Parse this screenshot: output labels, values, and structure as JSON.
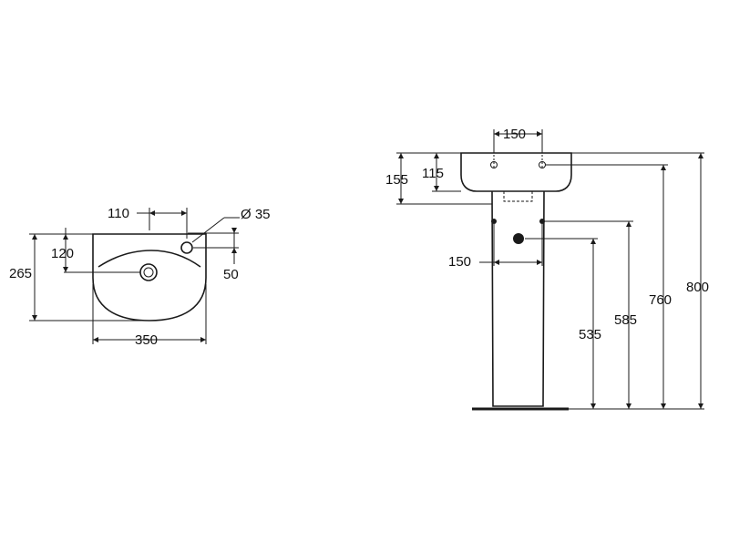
{
  "top_view": {
    "dim_tap_offset": "110",
    "dim_tap_hole": "Ø 35",
    "dim_depth_to_waste": "120",
    "dim_depth_total": "265",
    "dim_tap_to_edge": "50",
    "dim_width": "350"
  },
  "side_view": {
    "dim_tap_spacing": "150",
    "dim_rim_height": "155",
    "dim_tap_height": "115",
    "dim_pedestal_spacing": "150",
    "dim_floor_to_waste": "535",
    "dim_floor_to_fixing": "585",
    "dim_floor_to_tap": "760",
    "dim_floor_to_rim": "800"
  },
  "colors": {
    "line": "#1a1a1a",
    "background": "#ffffff"
  }
}
